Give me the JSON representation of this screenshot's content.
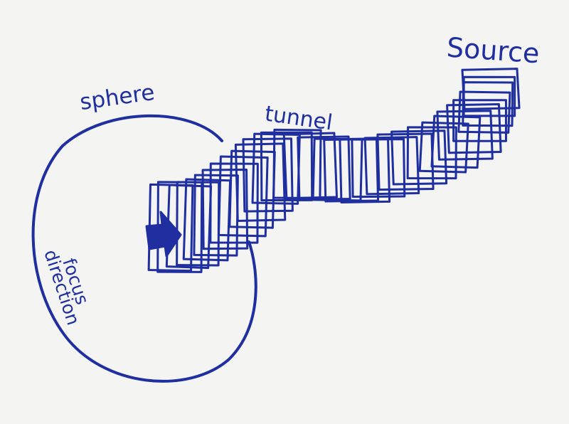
{
  "labels": {
    "source": "Source",
    "sphere": "sphere",
    "tunnel": "tunnel",
    "focus": "focus",
    "direction": "direction"
  },
  "colors": {
    "ink": "#1f2fa0",
    "paper": "#f4f4f2"
  },
  "icons": {
    "arrow": "focus-direction-arrow"
  }
}
